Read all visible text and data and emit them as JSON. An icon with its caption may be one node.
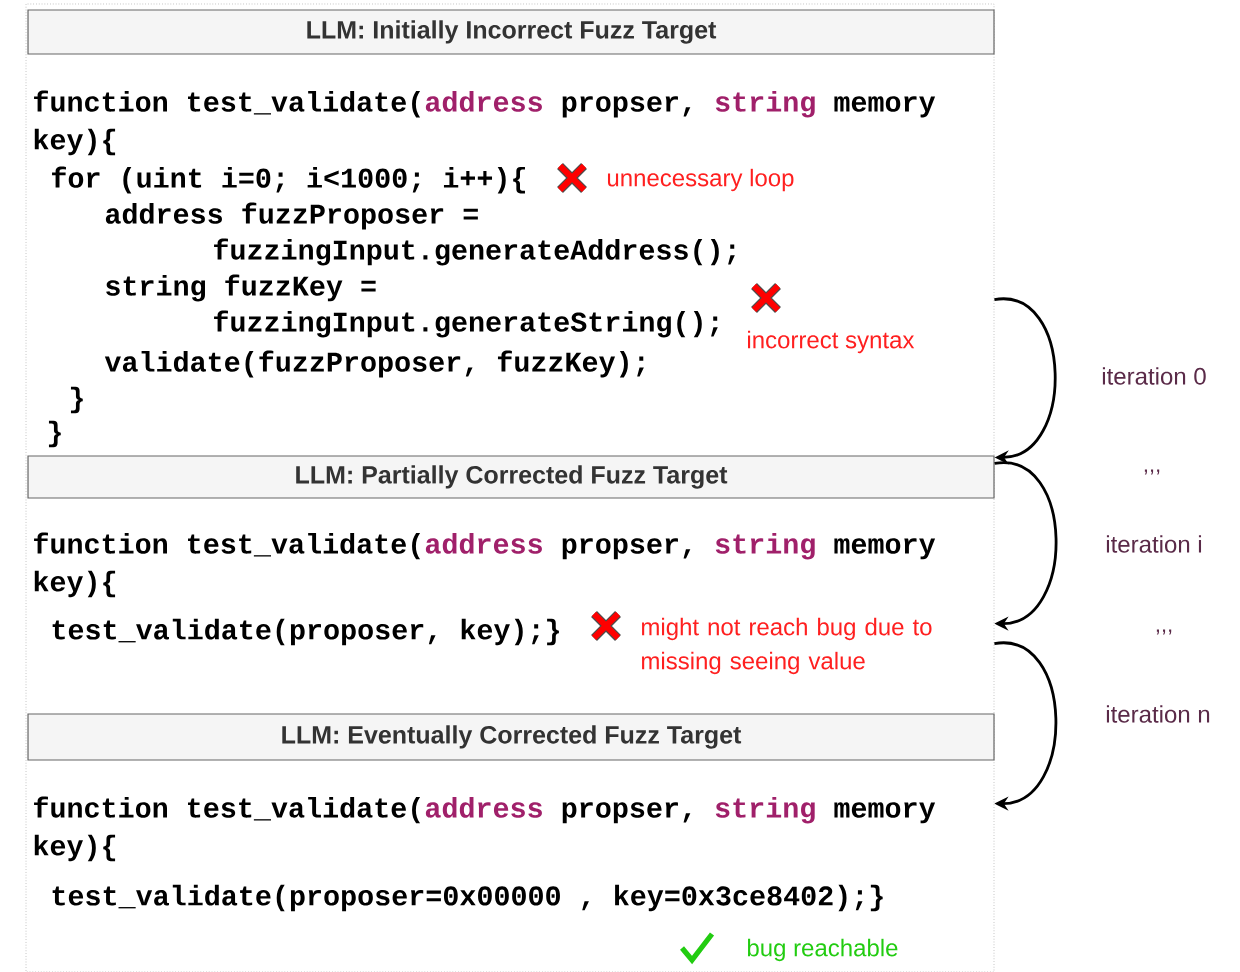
{
  "diagram": {
    "nodes": [
      {
        "text": [
          "LLM: Initially Incorrect Fuzz Target"
        ]
      },
      {
        "text": [
          "function test_validate(",
          "address",
          "propser,",
          "string",
          "memory",
          "key){",
          "for (uint i=0; i<1000; i++){",
          "address fuzzProposer =",
          "fuzzingInput.generateAddress();",
          "string fuzzKey =",
          "fuzzingInput.generateString();",
          "validate(fuzzProposer, fuzzKey);",
          "}",
          "}"
        ]
      },
      {
        "text": [
          "LLM: Partially Corrected Fuzz Target"
        ]
      },
      {
        "text": [
          "function test_validate(",
          "address",
          "propser,",
          "string",
          "memory",
          "key){",
          "test_validate(proposer, key);}"
        ]
      },
      {
        "text": [
          "LLM: Eventually Corrected Fuzz Target"
        ]
      },
      {
        "text": [
          "function test_validate(",
          "address",
          "propser,",
          "string",
          "memory",
          "key){",
          "test_validate(proposer=0x00000 , key=0x3ce8402);}"
        ]
      }
    ],
    "edges": [
      {
        "from": 1,
        "to": 2,
        "arrow": "to",
        "label": "iteration 0"
      },
      {
        "from": 2,
        "to": 3,
        "arrow": "to",
        "label": "iteration i"
      },
      {
        "from": 3,
        "to": 5,
        "arrow": "to",
        "label": "iteration n"
      }
    ],
    "labels": [
      "unnecessary loop",
      "incorrect syntax",
      ",,,",
      "might not reach bug due to missing seeing value",
      ",,,",
      "bug reachable"
    ]
  }
}
